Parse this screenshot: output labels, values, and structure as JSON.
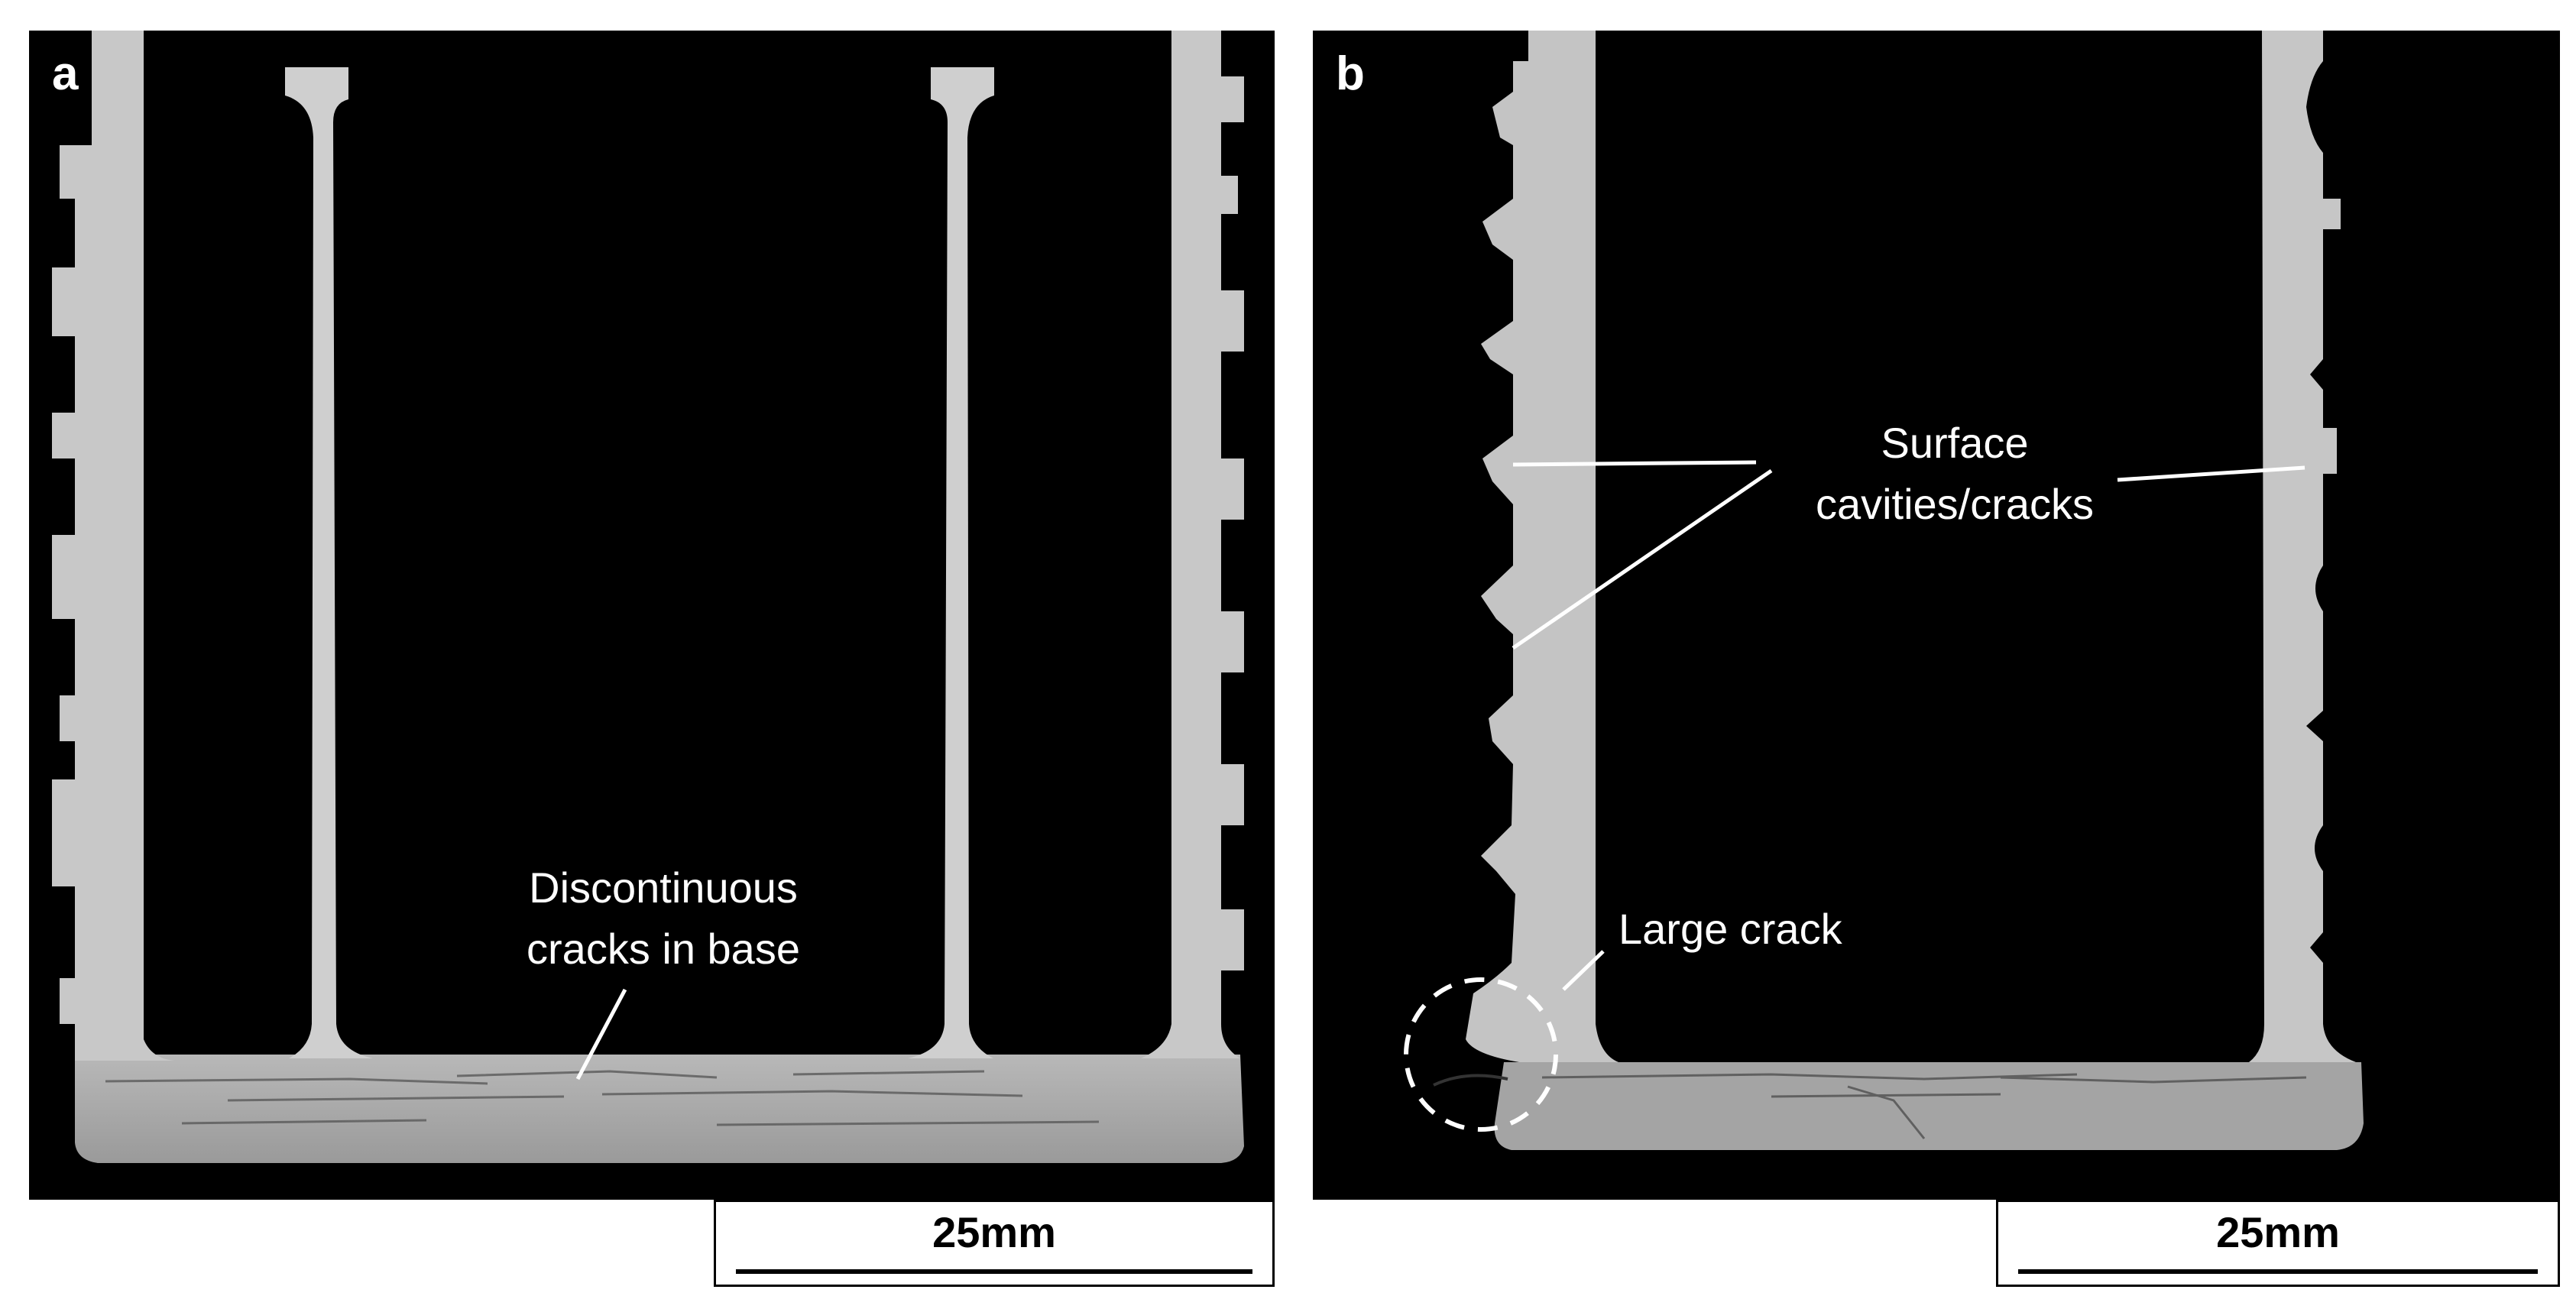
{
  "figure": {
    "panels": [
      {
        "label": "a",
        "annotations": [
          "Discontinuous",
          "cracks in base"
        ],
        "scale_bar": "25mm"
      },
      {
        "label": "b",
        "annotations": {
          "surface": [
            "Surface",
            "cavities/cracks"
          ],
          "large_crack": "Large crack"
        },
        "scale_bar": "25mm"
      }
    ]
  },
  "colors": {
    "background": "#000000",
    "part": "#c9c9c9",
    "base": "#a8a8a8",
    "annotation": "#ffffff",
    "scale_bar": "#000000"
  }
}
